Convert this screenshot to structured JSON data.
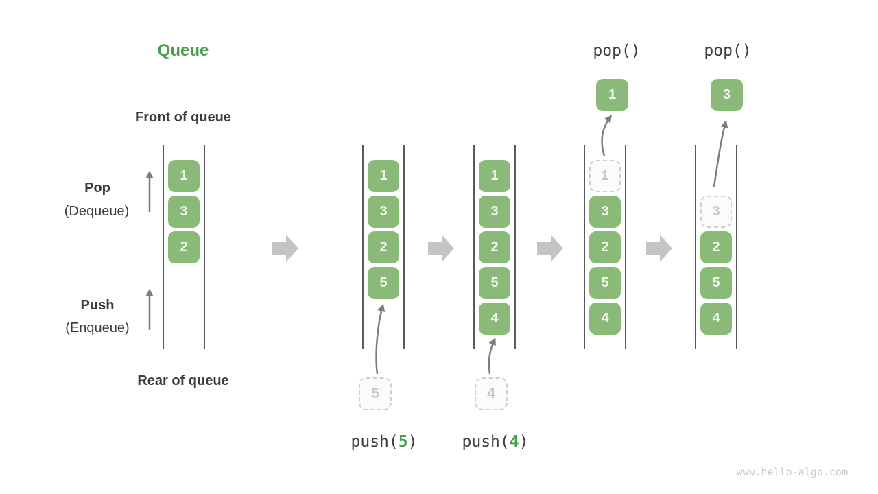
{
  "title": "Queue",
  "labels": {
    "front": "Front of queue",
    "rear": "Rear of queue",
    "pop": "Pop",
    "pop_sub": "(Dequeue)",
    "push": "Push",
    "push_sub": "(Enqueue)"
  },
  "columns": [
    {
      "name": "initial-queue",
      "cells": [
        {
          "value": "1"
        },
        {
          "value": "3"
        },
        {
          "value": "2"
        }
      ]
    },
    {
      "name": "after-push-5",
      "cells": [
        {
          "value": "1"
        },
        {
          "value": "3"
        },
        {
          "value": "2"
        },
        {
          "value": "5"
        }
      ],
      "incoming_value": "5",
      "operation": {
        "prefix": "push(",
        "arg": "5",
        "suffix": ")"
      }
    },
    {
      "name": "after-push-4",
      "cells": [
        {
          "value": "1"
        },
        {
          "value": "3"
        },
        {
          "value": "2"
        },
        {
          "value": "5"
        },
        {
          "value": "4"
        }
      ],
      "incoming_value": "4",
      "operation": {
        "prefix": "push(",
        "arg": "4",
        "suffix": ")"
      }
    },
    {
      "name": "pop-1",
      "cells": [
        {
          "value": "1",
          "state": "removed"
        },
        {
          "value": "3"
        },
        {
          "value": "2"
        },
        {
          "value": "5"
        },
        {
          "value": "4"
        }
      ],
      "popped_value": "1",
      "operation_label": "pop()"
    },
    {
      "name": "pop-3",
      "cells": [
        {
          "value": "3",
          "state": "removed"
        },
        {
          "value": "2"
        },
        {
          "value": "5"
        },
        {
          "value": "4"
        }
      ],
      "popped_value": "3",
      "operation_label": "pop()"
    }
  ],
  "watermark": "www.hello-algo.com",
  "colors": {
    "box_green": "#8ABA78",
    "title_green": "#4A9D4C",
    "text_dark": "#3B3B3B",
    "dashed_border": "#CFCFCF",
    "dashed_text": "#C6C6C6",
    "thin_arrow_gray": "#7D7D7D",
    "block_arrow_gray": "#C4C4C4",
    "rail_gray": "#5A5A5A",
    "watermark_gray": "#C9C9C9"
  },
  "icons": {
    "flow_arrow": "right-block-arrow",
    "direction_arrow": "up-thin-arrow",
    "transfer_arrow": "curved-thin-arrow"
  }
}
